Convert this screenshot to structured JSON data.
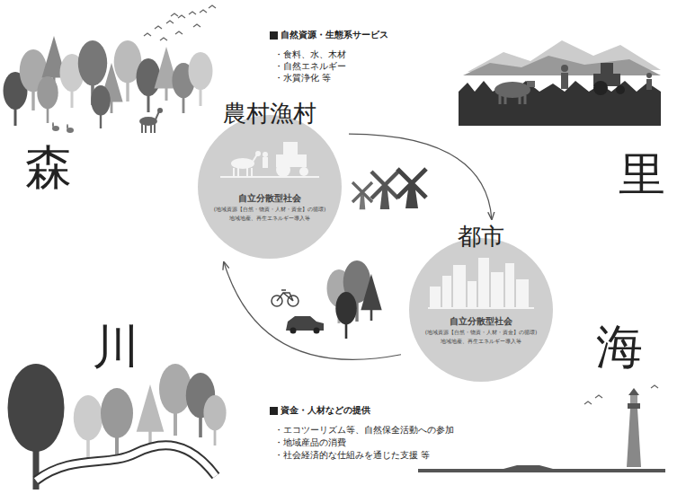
{
  "diagram": {
    "nodes": [
      {
        "text": [
          "農村漁村",
          "自立分散型社会",
          "(地域資源【自然・物資・人材・資金】の循環)",
          "地域地産、再生エネルギー導入等"
        ]
      },
      {
        "text": [
          "都市",
          "自立分散型社会",
          "(地域資源【自然・物資・人材・資金】の循環)",
          "地域地産、再生エネルギー導入等"
        ]
      }
    ],
    "edges": [
      {
        "from": 0,
        "to": 1,
        "arrow": "to"
      },
      {
        "from": 1,
        "to": 0,
        "arrow": "to"
      }
    ],
    "labels": [
      "自然資源・生態系サービス",
      "・食料、水、木材",
      "・自然エネルギー",
      "・水質浄化 等",
      "森",
      "里",
      "川",
      "海",
      "資金・人材などの提供",
      "・エコツーリズム等、自然保全活動への参加",
      "・地域産品の消費",
      "・社会経済的な仕組みを通じた支援 等"
    ]
  }
}
